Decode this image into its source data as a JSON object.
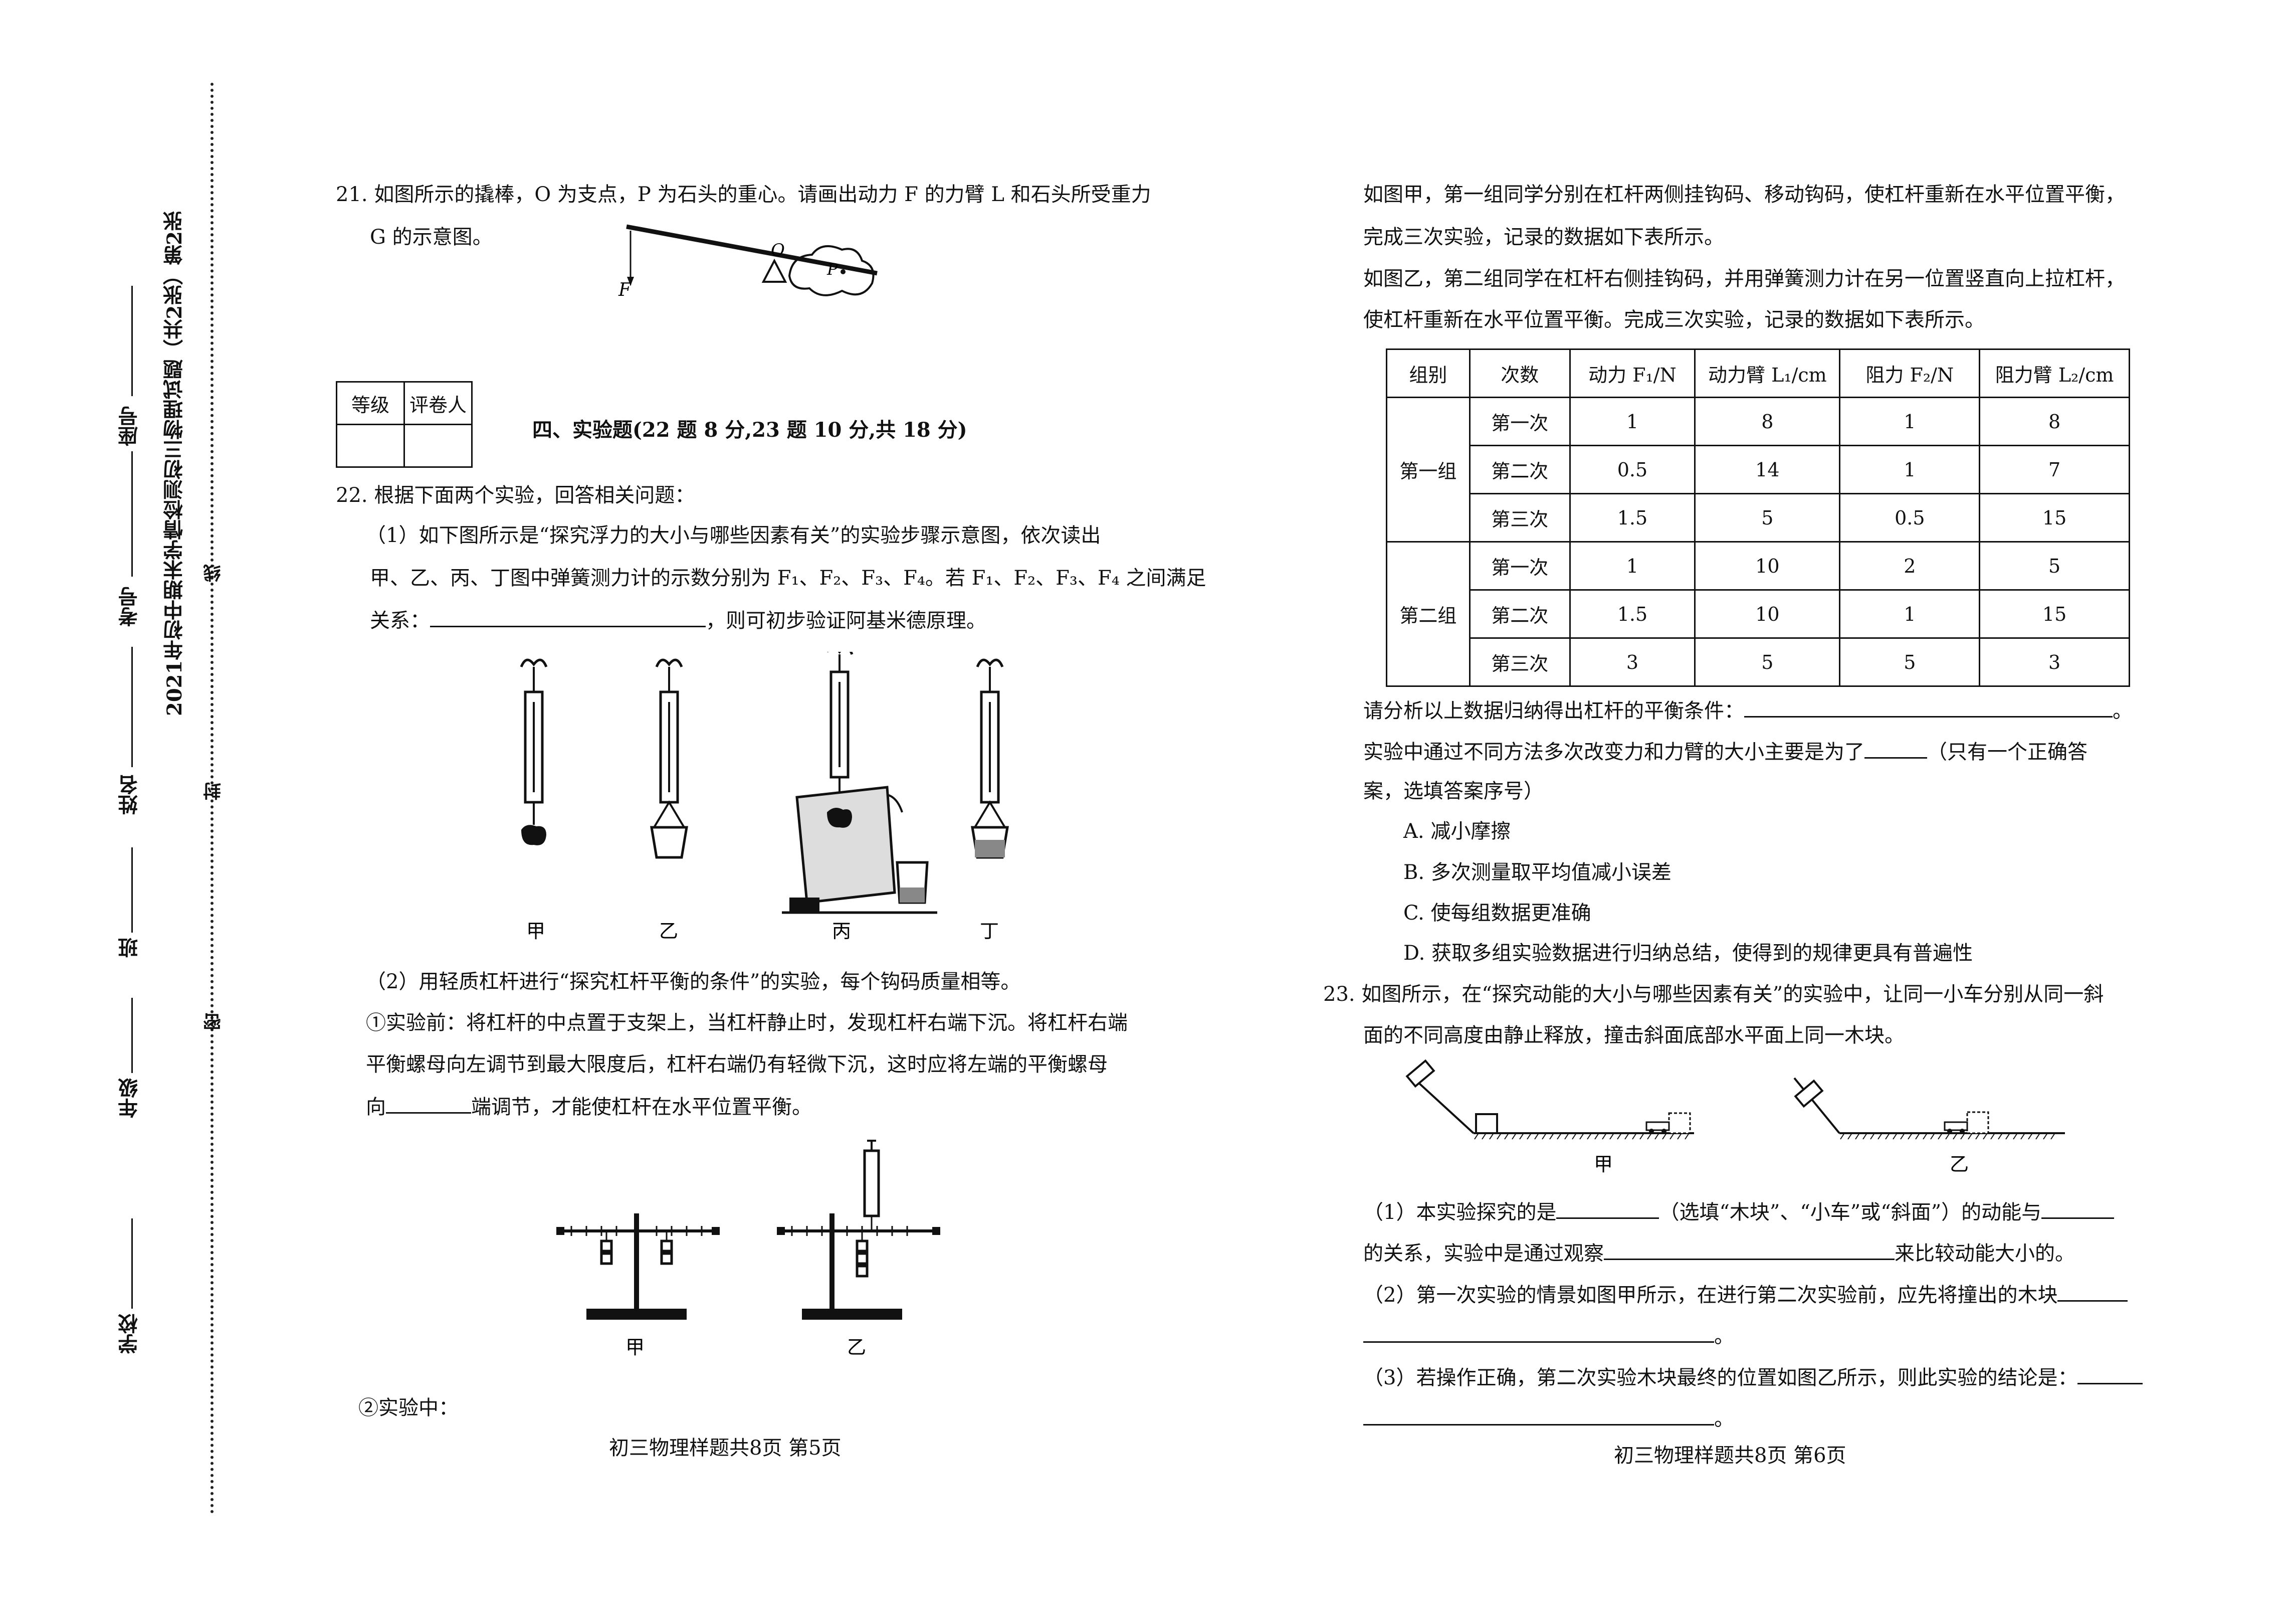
{
  "binding": {
    "title": "2021年初中期末学情检测初三物理试题（共2张）第2张",
    "school": "学校",
    "grade": "年级",
    "class": "班",
    "name": "姓名",
    "exam_no": "考号",
    "seat": "座号",
    "mi": "密",
    "feng": "封",
    "xian": "线"
  },
  "left_page": {
    "q21": {
      "line1": "21. 如图所示的撬棒，O 为支点，P 为石头的重心。请画出动力 F 的力臂 L 和石头所受重力",
      "line2": "G 的示意图。",
      "fig": {
        "F": "F",
        "O": "O",
        "P": "P"
      }
    },
    "grade_box": {
      "col1": "等级",
      "col2": "评卷人"
    },
    "section4": "四、实验题(22 题 8 分,23 题 10 分,共 18 分)",
    "q22": {
      "intro": "22. 根据下面两个实验，回答相关问题：",
      "p1_line1": "（1）如下图所示是“探究浮力的大小与哪些因素有关”的实验步骤示意图，依次读出",
      "p1_line2": "甲、乙、丙、丁图中弹簧测力计的示数分别为 F₁、F₂、F₃、F₄。若 F₁、F₂、F₃、F₄ 之间满足",
      "p1_line3a": "关系：",
      "p1_line3b": "，则可初步验证阿基米德原理。",
      "labels": [
        "甲",
        "乙",
        "丙",
        "丁"
      ],
      "p2_line1": "（2）用轻质杠杆进行“探究杠杆平衡的条件”的实验，每个钩码质量相等。",
      "p2_line2": "①实验前：将杠杆的中点置于支架上，当杠杆静止时，发现杠杆右端下沉。将杠杆右端",
      "p2_line3": "平衡螺母向左调节到最大限度后，杠杆右端仍有轻微下沉，这时应将左端的平衡螺母",
      "p2_line4a": "向",
      "p2_line4b": "端调节，才能使杠杆在水平位置平衡。",
      "lever_labels": [
        "甲",
        "乙"
      ],
      "p2_line5": "②实验中："
    },
    "footer": "初三物理样题共8页   第5页"
  },
  "right_page": {
    "intro1": "如图甲，第一组同学分别在杠杆两侧挂钩码、移动钩码，使杠杆重新在水平位置平衡，",
    "intro2": "完成三次实验，记录的数据如下表所示。",
    "intro3": "如图乙，第二组同学在杠杆右侧挂钩码，并用弹簧测力计在另一位置竖直向上拉杠杆，",
    "intro4": "使杠杆重新在水平位置平衡。完成三次实验，记录的数据如下表所示。",
    "table": {
      "headers": [
        "组别",
        "次数",
        "动力 F₁/N",
        "动力臂 L₁/cm",
        "阻力 F₂/N",
        "阻力臂 L₂/cm"
      ],
      "group1": "第一组",
      "group2": "第二组",
      "rows": [
        [
          "第一次",
          "1",
          "8",
          "1",
          "8"
        ],
        [
          "第二次",
          "0.5",
          "14",
          "1",
          "7"
        ],
        [
          "第三次",
          "1.5",
          "5",
          "0.5",
          "15"
        ],
        [
          "第一次",
          "1",
          "10",
          "2",
          "5"
        ],
        [
          "第二次",
          "1.5",
          "10",
          "1",
          "15"
        ],
        [
          "第三次",
          "3",
          "5",
          "5",
          "3"
        ]
      ]
    },
    "analysis_a": "请分析以上数据归纳得出杠杆的平衡条件：",
    "analysis_b": "。",
    "purpose1a": "实验中通过不同方法多次改变力和力臂的大小主要是为了",
    "purpose1b": "（只有一个正确答",
    "purpose2": "案，选填答案序号）",
    "options": [
      "A. 减小摩擦",
      "B. 多次测量取平均值减小误差",
      "C. 使每组数据更准确",
      "D. 获取多组实验数据进行归纳总结，使得到的规律更具有普遍性"
    ],
    "q23": {
      "line1": "23. 如图所示，在“探究动能的大小与哪些因素有关”的实验中，让同一小车分别从同一斜",
      "line2": "面的不同高度由静止释放，撞击斜面底部水平面上同一木块。",
      "fig_labels": [
        "甲",
        "乙"
      ],
      "s1a": "（1）本实验探究的是",
      "s1b": "（选填“木块”、“小车”或“斜面”）的动能与",
      "s1c": "的关系，实验中是通过观察",
      "s1d": "来比较动能大小的。",
      "s2a": "（2）第一次实验的情景如图甲所示，在进行第二次实验前，应先将撞出的木块",
      "s2b": "。",
      "s3a": "（3）若操作正确，第二次实验木块最终的位置如图乙所示，则此实验的结论是：",
      "s3b": "。"
    },
    "footer": "初三物理样题共8页   第6页"
  }
}
